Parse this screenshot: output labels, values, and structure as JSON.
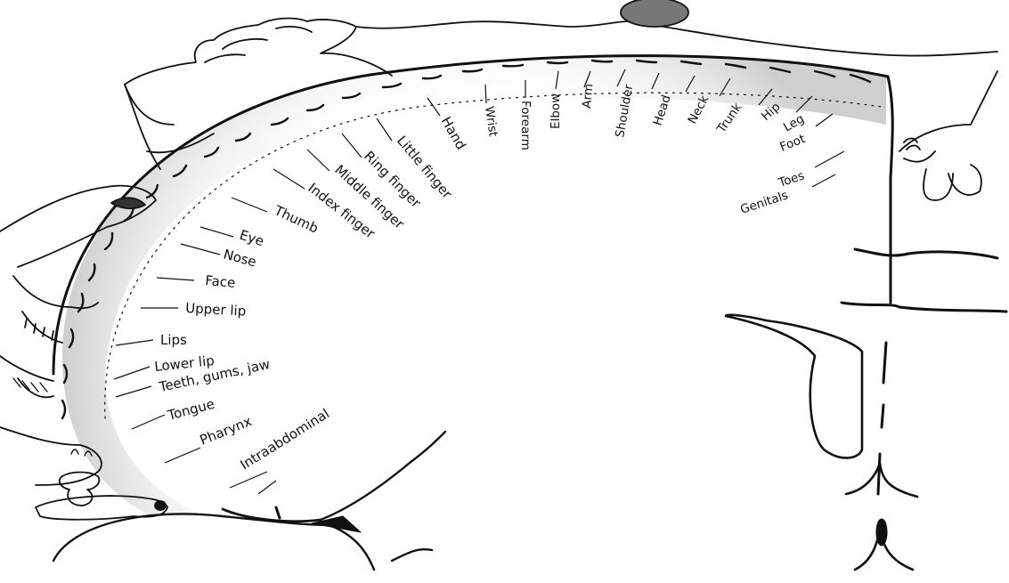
{
  "labels": {
    "intraabdominal": "Intraabdominal",
    "pharynx": "Pharynx",
    "tongue": "Tongue",
    "teeth": "Teeth, gums, jaw",
    "lower_lip": "Lower lip",
    "lips": "Lips",
    "upper_lip": "Upper lip",
    "face": "Face",
    "nose": "Nose",
    "eye": "Eye",
    "thumb": "Thumb",
    "index_finger": "Index finger",
    "middle_finger": "Middle finger",
    "ring_finger": "Ring finger",
    "little_finger": "Little finger",
    "hand": "Hand",
    "wrist": "Wrist",
    "forearm": "Forearm",
    "elbow": "Elbow",
    "arm": "Arm",
    "shoulder": "Shoulder",
    "head": "Head",
    "neck": "Neck",
    "trunk": "Trunk",
    "hip": "Hip",
    "leg": "Leg",
    "foot": "Foot",
    "toes": "Toes",
    "genitals": "Genitals"
  },
  "colors": {
    "ink": "#111111",
    "background": "#ffffff",
    "cortex_shade": "#e4e4e4"
  }
}
